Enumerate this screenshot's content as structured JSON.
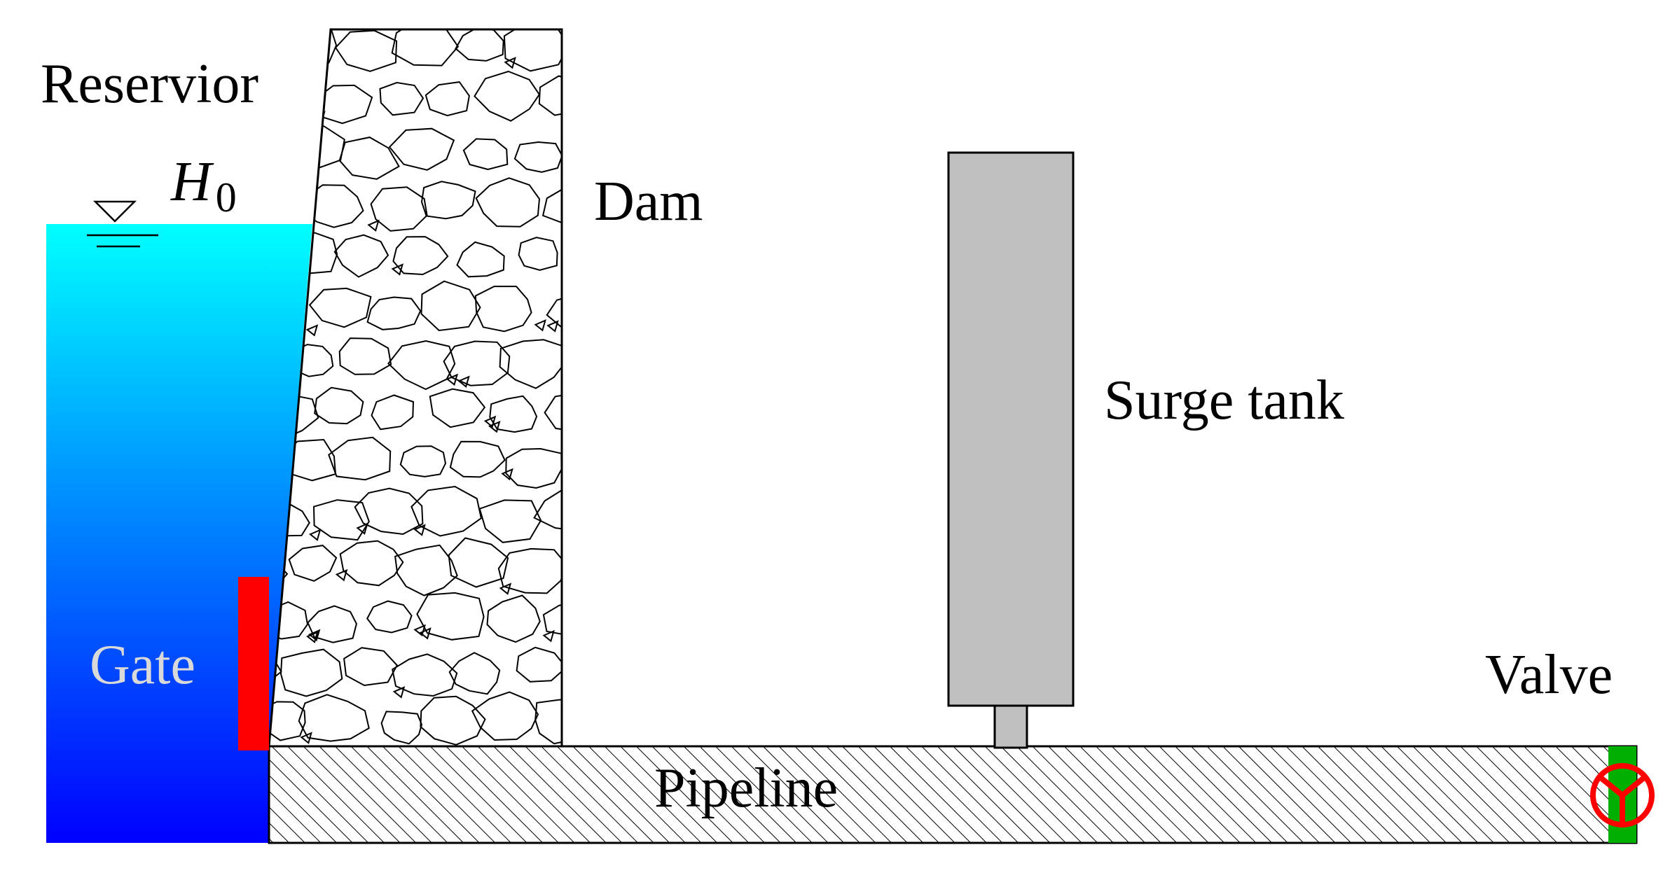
{
  "labels": {
    "reservoir": "Reservior",
    "head_symbol": "H",
    "head_subscript": "0",
    "dam": "Dam",
    "surge_tank": "Surge tank",
    "gate": "Gate",
    "pipeline": "Pipeline",
    "valve": "Valve"
  },
  "colors": {
    "water_top": "#00ffff",
    "water_bottom": "#0000ff",
    "gate": "#ff0000",
    "surge_tank_fill": "#c0c0c0",
    "valve_body": "#00b000",
    "valve_symbol": "#ff0000",
    "outline": "#000000"
  },
  "icons": {
    "water_level": "inverted-triangle-water-level-icon",
    "valve": "valve-circle-icon"
  }
}
